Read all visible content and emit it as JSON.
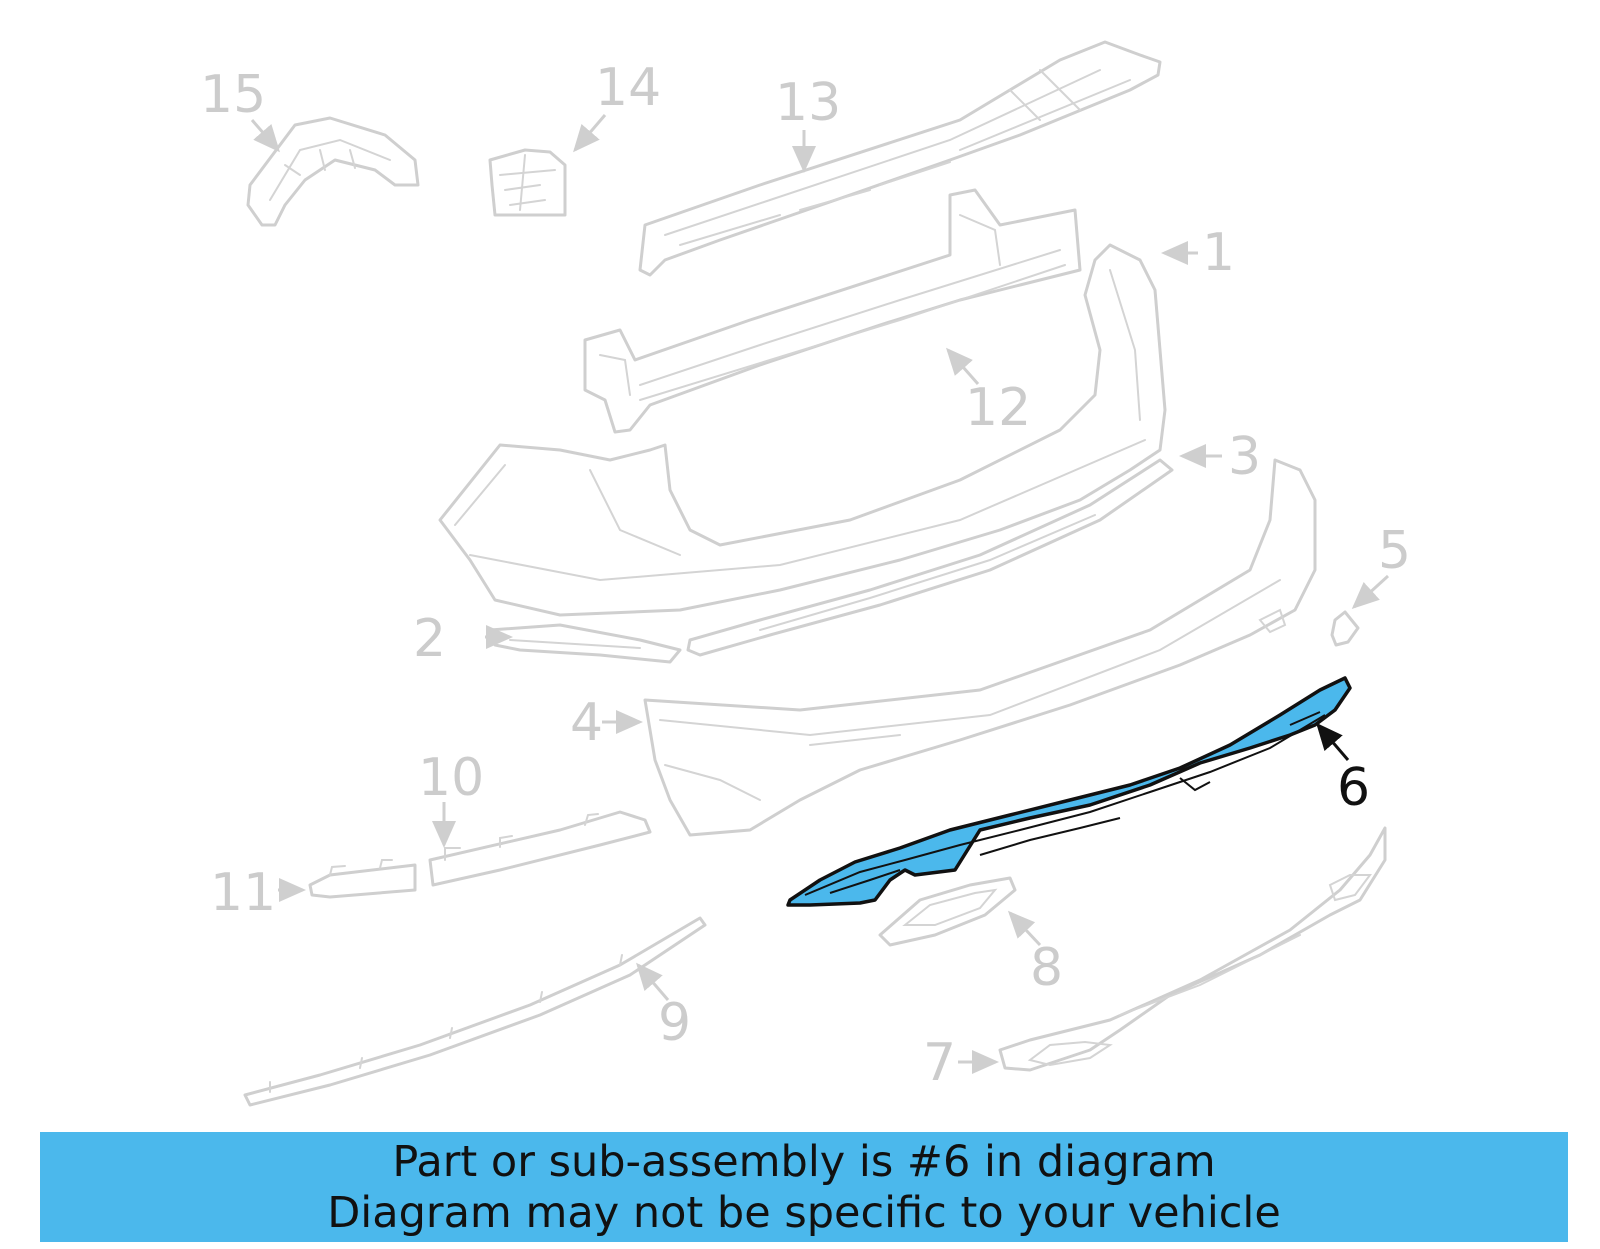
{
  "diagram": {
    "highlighted_part": "6",
    "callouts": [
      {
        "id": "c1",
        "label": "1"
      },
      {
        "id": "c2",
        "label": "2"
      },
      {
        "id": "c3",
        "label": "3"
      },
      {
        "id": "c4",
        "label": "4"
      },
      {
        "id": "c5",
        "label": "5"
      },
      {
        "id": "c6",
        "label": "6"
      },
      {
        "id": "c7",
        "label": "7"
      },
      {
        "id": "c8",
        "label": "8"
      },
      {
        "id": "c9",
        "label": "9"
      },
      {
        "id": "c10",
        "label": "10"
      },
      {
        "id": "c11",
        "label": "11"
      },
      {
        "id": "c12",
        "label": "12"
      },
      {
        "id": "c13",
        "label": "13"
      },
      {
        "id": "c14",
        "label": "14"
      },
      {
        "id": "c15",
        "label": "15"
      }
    ]
  },
  "banner": {
    "line1": "Part or sub-assembly is #6 in diagram",
    "line2": "Diagram may not be specific to your vehicle"
  },
  "colors": {
    "highlight": "#4bb8ec",
    "inactive_line": "#cfcfcf",
    "active_line": "#111111"
  }
}
